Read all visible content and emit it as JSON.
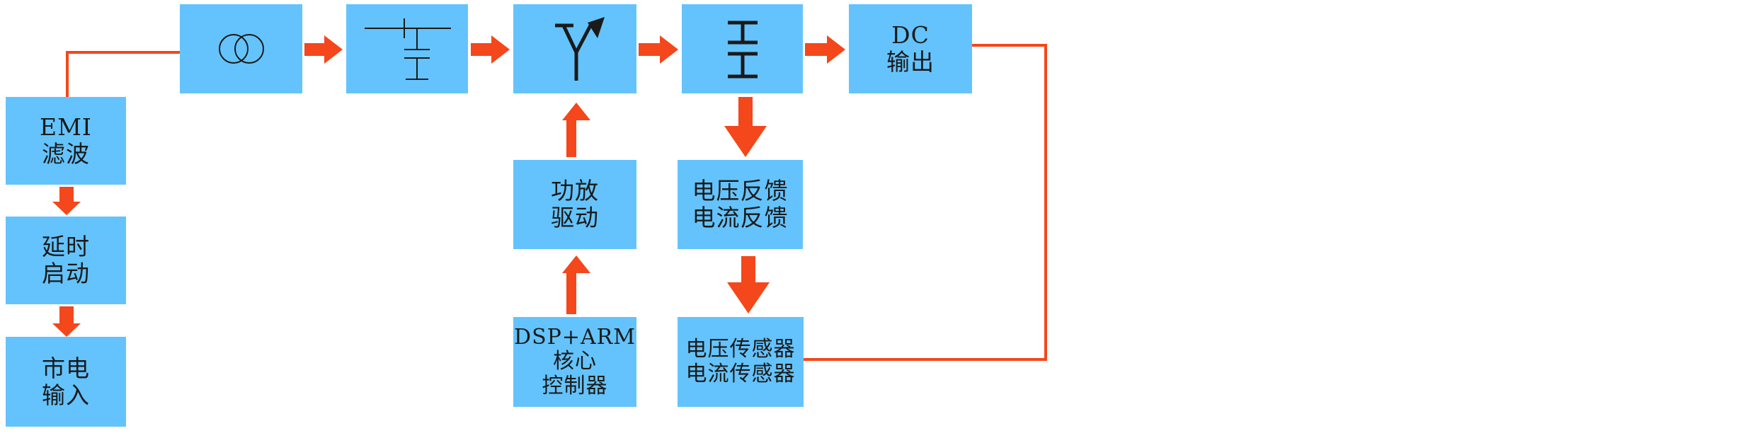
{
  "colors": {
    "box_fill": "#64c3fc",
    "arrow": "#f4471b",
    "text": "#1a1a1a",
    "symbol": "#1a1a1a",
    "background": "#ffffff"
  },
  "blocks": {
    "emi_filter": {
      "line1": "EMI",
      "line2": "滤波"
    },
    "delay_start": {
      "line1": "延时",
      "line2": "启动"
    },
    "mains_input": {
      "line1": "市电",
      "line2": "输入"
    },
    "transformer": {
      "icon": "transformer-icon"
    },
    "rectifier": {
      "icon": "rectifier-icon"
    },
    "inverter": {
      "icon": "transistor-icon"
    },
    "filter_cap": {
      "icon": "capacitor-icon"
    },
    "dc_output": {
      "line1": "DC",
      "line2": "输出"
    },
    "power_amp_drive": {
      "line1": "功放",
      "line2": "驱动"
    },
    "dsp_arm_core": {
      "line1": "DSP+ARM",
      "line2": "核心",
      "line3": "控制器"
    },
    "feedback": {
      "line1": "电压反馈",
      "line2": "电流反馈"
    },
    "sensors": {
      "line1": "电压传感器",
      "line2": "电流传感器"
    }
  }
}
